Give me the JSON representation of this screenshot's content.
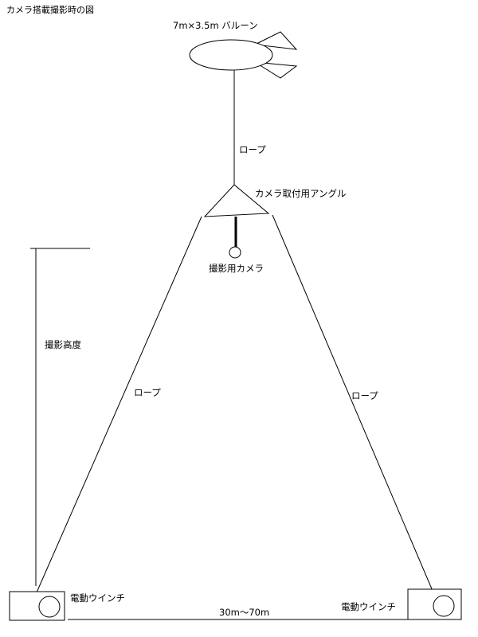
{
  "title": "カメラ搭載撮影時の図",
  "labels": {
    "balloon": "7m×3.5m バルーン",
    "rope_top": "ロープ",
    "camera_angle": "カメラ取付用アングル",
    "camera": "撮影用カメラ",
    "height": "撮影高度",
    "rope_left": "ロープ",
    "rope_right": "ロープ",
    "winch_left": "電動ウインチ",
    "winch_right": "電動ウインチ",
    "distance": "30m〜70m"
  },
  "colors": {
    "line": "#000000",
    "fill": "#ffffff"
  }
}
